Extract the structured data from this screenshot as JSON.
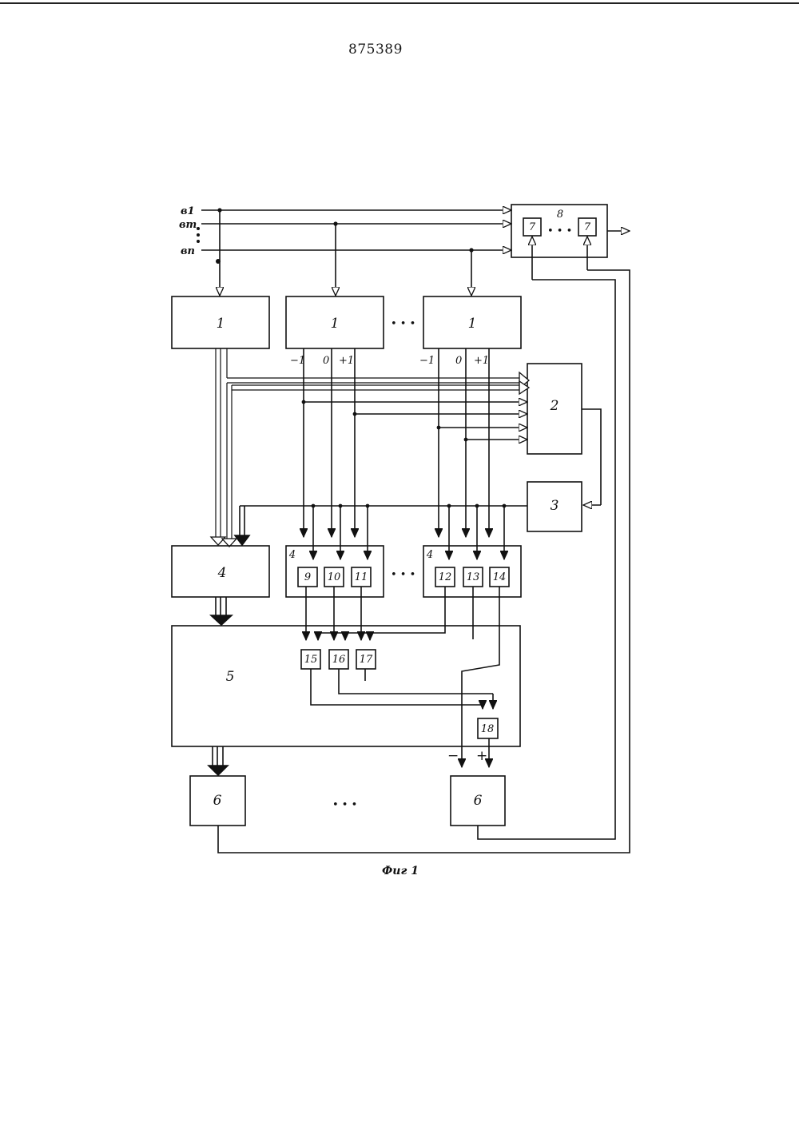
{
  "header": {
    "patent_number": "875389"
  },
  "diagram": {
    "caption": "Фиг 1",
    "inputs": [
      "в1",
      "вm",
      "вn"
    ],
    "dots": "• • •",
    "blocks": {
      "b1": "1",
      "b2": "2",
      "b3": "3",
      "b4": "4",
      "b5": "5",
      "b6": "6",
      "b7": "7",
      "b8": "8",
      "b9": "9",
      "b10": "10",
      "b11": "11",
      "b12": "12",
      "b13": "13",
      "b14": "14",
      "b15": "15",
      "b16": "16",
      "b17": "17",
      "b18": "18"
    },
    "signs": {
      "minus1": "−1",
      "zero": "0",
      "plus1": "+1",
      "minus": "−",
      "plus": "+"
    }
  }
}
